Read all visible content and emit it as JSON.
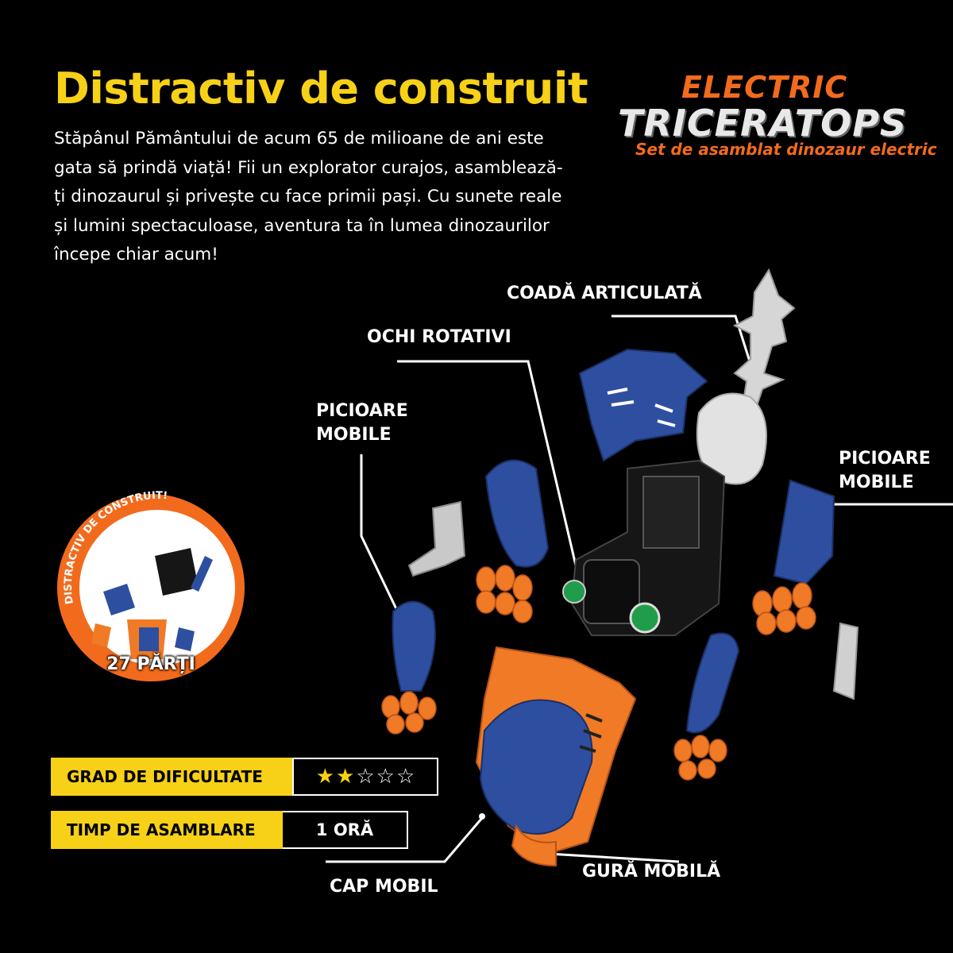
{
  "headline": "Distractiv de construit",
  "description": "Stăpânul Pământului de acum 65 de milioane de ani este gata să prindă viață! Fii un explorator curajos, asamblează-ți dinozaurul și privește cu face primii pași. Cu sunete reale și lumini spectaculoase, aventura ta în lumea dinozaurilor începe chiar acum!",
  "logo": {
    "line1": "ELECTRIC",
    "line2": "TRICERATOPS",
    "line3": "Set de asamblat dinozaur electric"
  },
  "callouts": {
    "tail": "COADĂ ARTICULATĂ",
    "eyes": "OCHI ROTATIVI",
    "legs_left_1": "PICIOARE",
    "legs_left_2": "MOBILE",
    "legs_right_1": "PICIOARE",
    "legs_right_2": "MOBILE",
    "head": "CAP MOBIL",
    "mouth": "GURĂ MOBILĂ"
  },
  "badge": {
    "arc_text": "DISTRACTIV DE CONSTRUIT!",
    "parts": "27 PĂRȚI"
  },
  "difficulty": {
    "label": "GRAD DE DIFICULTATE",
    "stars_filled": 2,
    "stars_total": 5
  },
  "assembly_time": {
    "label": "TIMP DE ASAMBLARE",
    "value": "1 ORĂ"
  },
  "colors": {
    "accent_yellow": "#F7D117",
    "brand_orange": "#F26B1D",
    "part_blue": "#2E4FA0",
    "part_orange": "#F07A25",
    "part_gray": "#D8D8D8"
  }
}
